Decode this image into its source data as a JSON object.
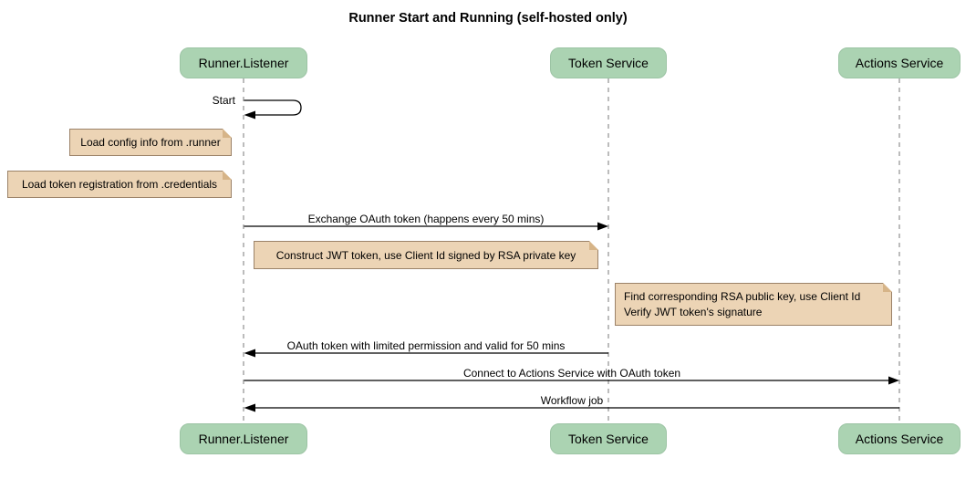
{
  "title": "Runner Start and Running (self-hosted only)",
  "participants": {
    "runner": "Runner.Listener",
    "token": "Token Service",
    "actions": "Actions Service"
  },
  "messages": {
    "start": "Start",
    "exchange": "Exchange OAuth token (happens every 50 mins)",
    "oauth_return": "OAuth token with limited permission and valid for 50 mins",
    "connect": "Connect to Actions Service with OAuth token",
    "workflow": "Workflow job"
  },
  "notes": {
    "load_config": "Load config info from .runner",
    "load_token": "Load token registration from .credentials",
    "construct_jwt": "Construct JWT token, use Client Id signed by RSA private key",
    "find_rsa_line1": "Find corresponding RSA public key, use Client Id",
    "find_rsa_line2": "Verify JWT token's signature"
  },
  "colors": {
    "participant_fill": "#abd3b2",
    "participant_border": "#9cc4a4",
    "note_fill": "#ecd4b5",
    "note_border": "#9b8268",
    "note_fold": "#d6b488",
    "lifeline": "#a6a6a6",
    "arrow": "#000000"
  }
}
